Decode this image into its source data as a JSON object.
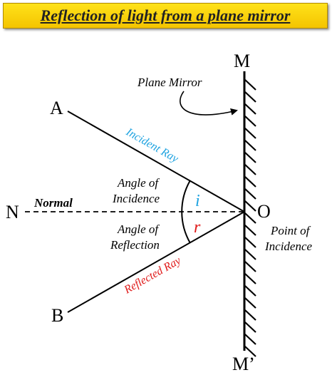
{
  "title": "Reflection of light from a plane mirror",
  "labels": {
    "mirror_top": "M",
    "mirror_bottom": "M’",
    "point_a": "A",
    "point_b": "B",
    "point_n": "N",
    "point_o": "O",
    "normal": "Normal",
    "plane_mirror": "Plane Mirror",
    "incident_ray": "Incident Ray",
    "reflected_ray": "Reflected Ray",
    "angle_incidence_line1": "Angle of",
    "angle_incidence_line2": "Incidence",
    "angle_reflection_line1": "Angle of",
    "angle_reflection_line2": "Reflection",
    "angle_i": "i",
    "angle_r": "r",
    "point_of_incidence_line1": "Point of",
    "point_of_incidence_line2": "Incidence"
  },
  "colors": {
    "incident_ray_label": "#1fa3e0",
    "reflected_ray_label": "#e01a1a",
    "angle_i": "#1fa3e0",
    "angle_r": "#e01a1a",
    "banner": "#f8cf00"
  }
}
